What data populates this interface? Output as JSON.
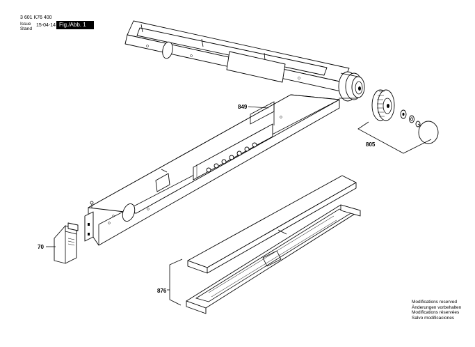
{
  "header": {
    "part_number": "3 601 K76 400",
    "issue_label_line1": "Issue",
    "issue_label_line2": "Stand",
    "issue_date": "15-04-14",
    "figure_label": "Fig./Abb. 1"
  },
  "callouts": {
    "c849": "849",
    "c805": "805",
    "c70": "70",
    "c876": "876"
  },
  "footnote": {
    "line1": "Modifications reserved",
    "line2": "Änderungen vorbehalten",
    "line3": "Modifications réservées",
    "line4": "Salvo modificaciones"
  }
}
